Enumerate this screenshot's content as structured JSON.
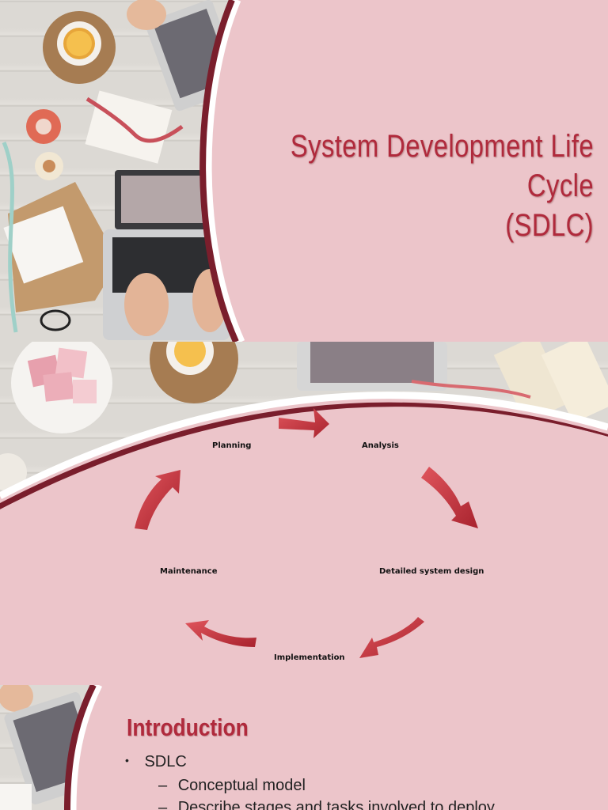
{
  "slide1": {
    "title_line1": "System Development Life Cycle",
    "title_line2": "(SDLC)"
  },
  "slide2": {
    "stages": {
      "planning": "Planning",
      "analysis": "Analysis",
      "design": "Detailed system design",
      "implementation": "Implementation",
      "maintenance": "Maintenance"
    }
  },
  "slide3": {
    "title": "Introduction",
    "bullet": "SDLC",
    "sub1": "Conceptual model",
    "sub2": "Describe stages and tasks involved to deploy"
  },
  "colors": {
    "accent": "#b02a3c",
    "slide_bg": "#ecc5ca",
    "arc": "#7a1e2c",
    "arrow": "#c8323c"
  }
}
